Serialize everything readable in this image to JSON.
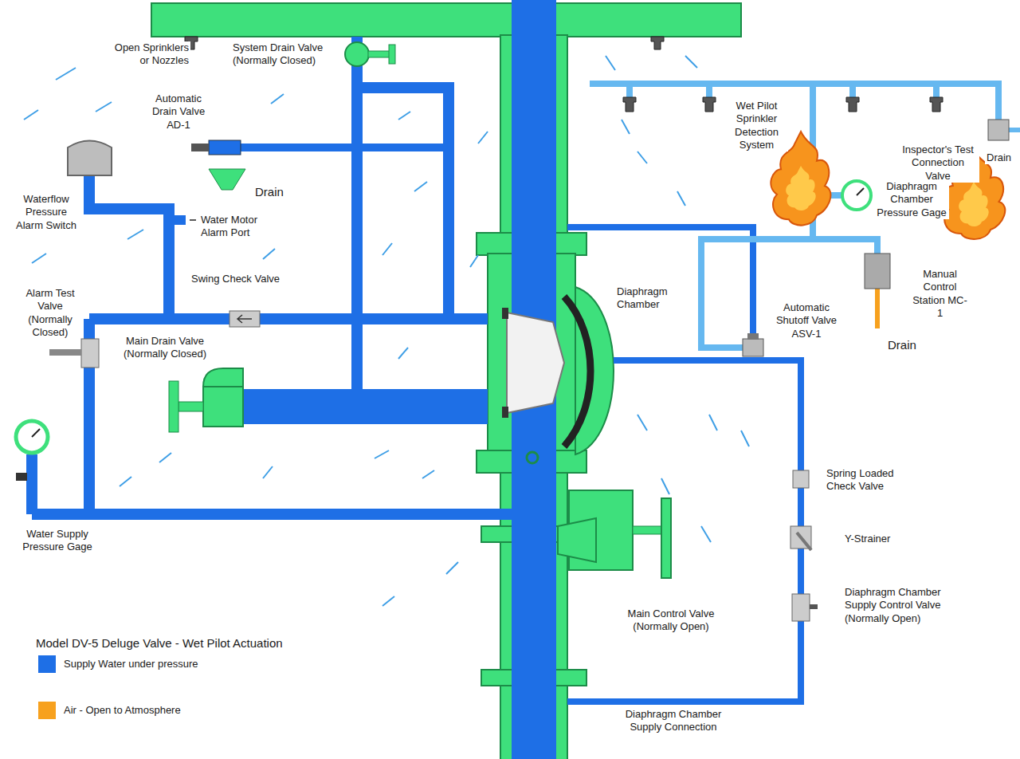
{
  "diagram": {
    "title": "Model DV-5 Deluge Valve - Wet Pilot Actuation",
    "labels": [
      "Open Sprinklers or Nozzles",
      "System Drain Valve (Normally Closed)",
      "Automatic Drain Valve AD-1",
      "Drain",
      "Waterflow Pressure Alarm Switch",
      "Water Motor Alarm Port",
      "Swing Check Valve",
      "Alarm Test Valve (Normally Closed)",
      "Main Drain Valve (Normally Closed)",
      "Water Supply Pressure Gage",
      "Wet Pilot Sprinkler Detection System",
      "Inspector's Test Connection Valve",
      "Drain",
      "Diaphragm Chamber Pressure Gage",
      "Manual Control Station MC-1",
      "Drain",
      "Diaphragm Chamber",
      "Automatic Shutoff Valve ASV-1",
      "Spring Loaded Check Valve",
      "Y-Strainer",
      "Diaphragm Chamber Supply Control Valve (Normally Open)",
      "Main Control Valve (Normally Open)",
      "Diaphragm Chamber Supply Connection"
    ],
    "legend": [
      {
        "text": "Supply Water under pressure",
        "color": "#1e6fe6"
      },
      {
        "text": "Air - Open to Atmosphere",
        "color": "#f7a11e"
      }
    ]
  }
}
